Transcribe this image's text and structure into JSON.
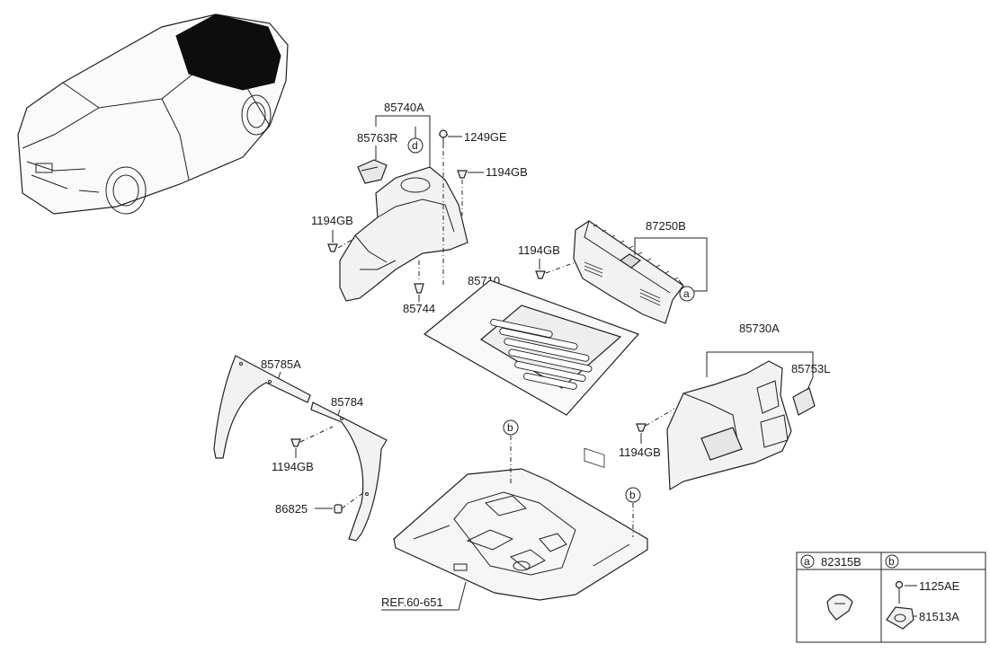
{
  "labels": {
    "p85740A": "85740A",
    "p85763R": "85763R",
    "p1249GE": "1249GE",
    "p1194GB_a": "1194GB",
    "p1194GB_b": "1194GB",
    "p1194GB_c": "1194GB",
    "p1194GB_d": "1194GB",
    "p1194GB_e": "1194GB",
    "p85744": "85744",
    "p87250B": "87250B",
    "p85710": "85710",
    "p85730A": "85730A",
    "p85753L": "85753L",
    "p85785A": "85785A",
    "p85784": "85784",
    "p86825": "86825",
    "ref": "REF.60-651"
  },
  "callouts": {
    "d": "d",
    "a": "a",
    "b1": "b",
    "b2": "b"
  },
  "legend": {
    "a_letter": "a",
    "a_part": "82315B",
    "b_letter": "b",
    "b_part1": "1125AE",
    "b_part2": "81513A"
  }
}
